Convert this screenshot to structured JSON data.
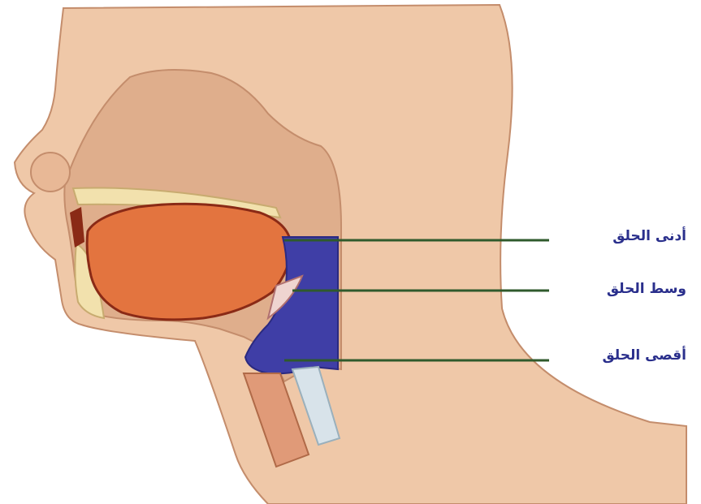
{
  "labels": {
    "upper_pharynx": "أدنى الحلق",
    "middle_pharynx": "وسط الحلق",
    "lower_pharynx": "أقصى الحلق"
  },
  "colors": {
    "skin": "#efc8a8",
    "skin_outline": "#c48d6c",
    "internal_cavity": "#dfae8c",
    "tongue": "#e3743f",
    "bone": "#f2e1ad",
    "pharynx": "#3f3ea6",
    "leader_line": "#2f5a2c",
    "label_text": "#2a2f8c"
  }
}
